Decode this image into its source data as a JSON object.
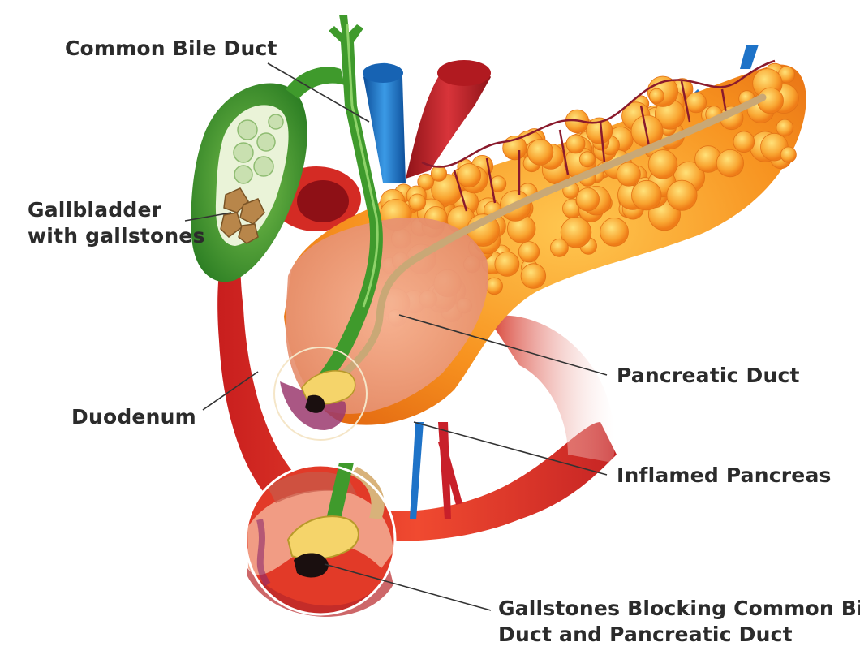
{
  "labels": {
    "common_bile_duct": "Common Bile Duct",
    "gallbladder_line1": "Gallbladder",
    "gallbladder_line2": "with gallstones",
    "pancreatic_duct": "Pancreatic Duct",
    "duodenum": "Duodenum",
    "inflamed_pancreas": "Inflamed Pancreas",
    "gallstones_line1": "Gallstones Blocking Common Bile",
    "gallstones_line2": "Duct and Pancreatic Duct"
  },
  "colors": {
    "pancreas": "#f58a1f",
    "pancreas_light": "#ffc04a",
    "duodenum": "#e8392a",
    "bile_duct": "#3f9a2c",
    "gallbladder": "#4aa23a",
    "vein": "#1e73c8",
    "artery": "#c8202a",
    "gallstones": "#b8864a",
    "leader_line": "#333333"
  }
}
